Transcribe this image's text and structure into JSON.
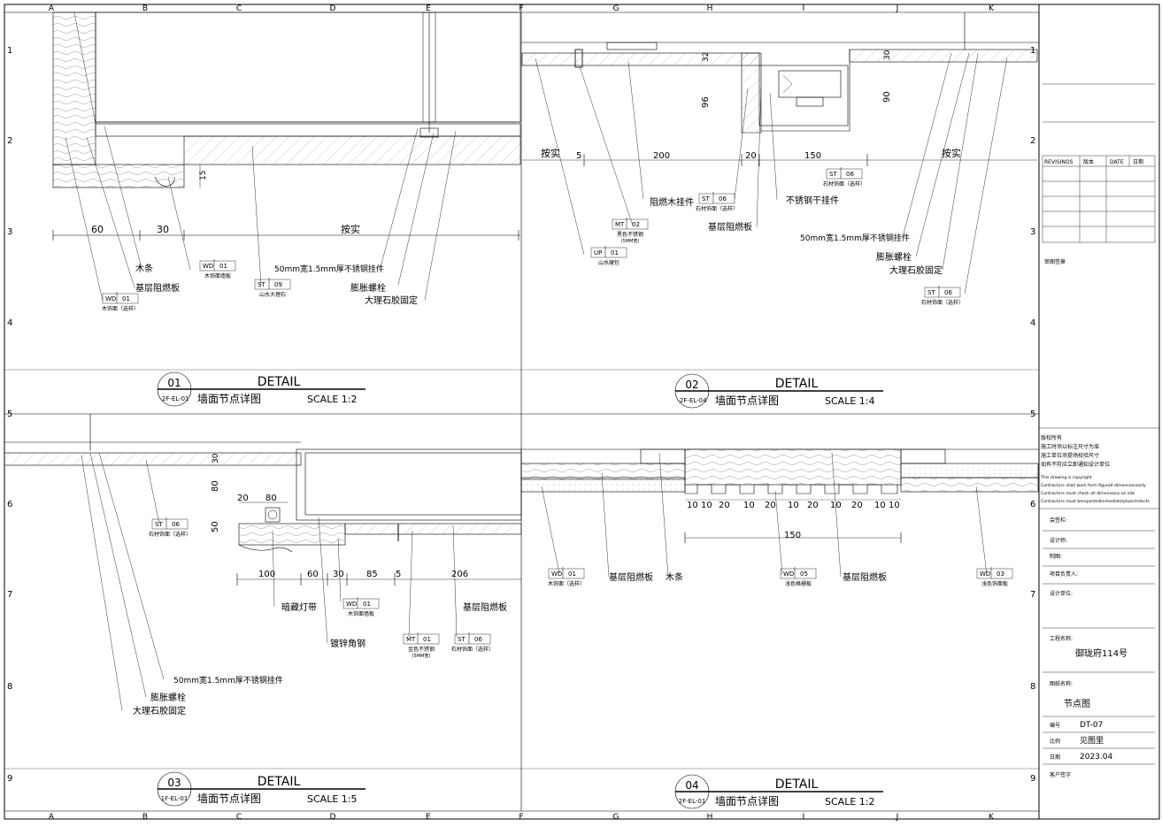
{
  "grid": {
    "cols_top": [
      "A",
      "B",
      "C",
      "D",
      "E",
      "F",
      "G",
      "H",
      "I",
      "J",
      "K"
    ],
    "rows": [
      "1",
      "2",
      "3",
      "4",
      "5",
      "6",
      "7",
      "8",
      "9"
    ]
  },
  "details": [
    {
      "num": "01",
      "ref": "-2F-EL-01",
      "title": "DETAIL",
      "subtitle": "墙面节点详图",
      "scale": "SCALE 1:2",
      "dims": [
        "60",
        "30",
        "按实",
        "15"
      ],
      "labels": [
        "木条",
        "基层阻燃板",
        "50mm宽1.5mm厚不锈钢挂件",
        "膨胀螺栓",
        "大理石胶固定"
      ],
      "tags": [
        {
          "code": "WD",
          "num": "01",
          "desc": "木饰面（选样）"
        },
        {
          "code": "WD",
          "num": "01",
          "desc": "木饰面墙板"
        },
        {
          "code": "ST",
          "num": "09",
          "desc": "山水大理石"
        }
      ]
    },
    {
      "num": "02",
      "ref": "-2F-EL-04",
      "title": "DETAIL",
      "subtitle": "墙面节点详图",
      "scale": "SCALE 1:4",
      "dims": [
        "按实",
        "5",
        "200",
        "20",
        "150",
        "按实",
        "32",
        "96",
        "30",
        "90"
      ],
      "labels": [
        "阻燃木挂件",
        "不锈钢干挂件",
        "基层阻燃板",
        "50mm宽1.5mm厚不锈钢挂件",
        "膨胀螺栓",
        "大理石胶固定"
      ],
      "tags": [
        {
          "code": "MT",
          "num": "02",
          "desc": "黑色不锈钢",
          "desc2": "(5MM宽)"
        },
        {
          "code": "UP",
          "num": "01",
          "desc": "山水硬包"
        },
        {
          "code": "ST",
          "num": "06",
          "desc": "石材饰面（选样）"
        },
        {
          "code": "ST",
          "num": "06",
          "desc": "石材饰面（选样）"
        },
        {
          "code": "ST",
          "num": "06",
          "desc": "石材饰面（选样）"
        }
      ]
    },
    {
      "num": "03",
      "ref": "1F-EL-01",
      "title": "DETAIL",
      "subtitle": "墙面节点详图",
      "scale": "SCALE 1:5",
      "dims": [
        "30",
        "20",
        "80",
        "80",
        "50",
        "100",
        "60",
        "30",
        "85",
        "5",
        "206"
      ],
      "labels": [
        "暗藏灯带",
        "镀锌角钢",
        "基层阻燃板",
        "50mm宽1.5mm厚不锈钢挂件",
        "膨胀螺栓",
        "大理石胶固定"
      ],
      "tags": [
        {
          "code": "ST",
          "num": "06",
          "desc": "石材饰面（选样）"
        },
        {
          "code": "WD",
          "num": "01",
          "desc": "木饰面墙板"
        },
        {
          "code": "MT",
          "num": "01",
          "desc": "金色不锈钢",
          "desc2": "(5MM宽)"
        },
        {
          "code": "ST",
          "num": "06",
          "desc": "石材饰面（选样）"
        }
      ]
    },
    {
      "num": "04",
      "ref": "2F-EL-01",
      "title": "DETAIL",
      "subtitle": "墙面节点详图",
      "scale": "SCALE 1:2",
      "dims": [
        "10",
        "10",
        "20",
        "10",
        "20",
        "10",
        "20",
        "10",
        "20",
        "10",
        "10",
        "150"
      ],
      "labels": [
        "基层阻燃板",
        "木条",
        "基层阻燃板"
      ],
      "tags": [
        {
          "code": "WD",
          "num": "01",
          "desc": "木饰面（选样）"
        },
        {
          "code": "WD",
          "num": "05",
          "desc": "浅色格栅板"
        },
        {
          "code": "WD",
          "num": "03",
          "desc": "浅色饰面板"
        }
      ]
    }
  ],
  "titleblock": {
    "revisions": "REVISINOS",
    "rev_ver": "版本",
    "rev_date": "DATE",
    "rev_date_cn": "日期",
    "review_stamp": "审图签章",
    "notes": [
      "版权所有",
      "施工时须以标注尺寸为准",
      "施工单位须提场校验尺寸",
      "如有不符应立即通知设计单位"
    ],
    "notes_en": [
      "This drawing is copyright",
      "Contractors shall work form figured dimensionsonly",
      "Contractors must check all dimensions on site",
      "Contractors must bereportedimmediatelytoarchitects"
    ],
    "sign_label": "会签栏:",
    "designer_label": "设计师:",
    "drafter_label": "制图:",
    "pm_label": "项目负责人:",
    "unit_label": "设计单位:",
    "project_label": "工程名称:",
    "project_name": "御珑府114号",
    "drawing_label": "图纸名称:",
    "drawing_name": "节点图",
    "no_label": "编号",
    "no_value": "DT-07",
    "scale_label": "比例",
    "scale_value": "见图里",
    "date_label": "日期",
    "date_value": "2023.04",
    "client_label": "客户签字"
  }
}
